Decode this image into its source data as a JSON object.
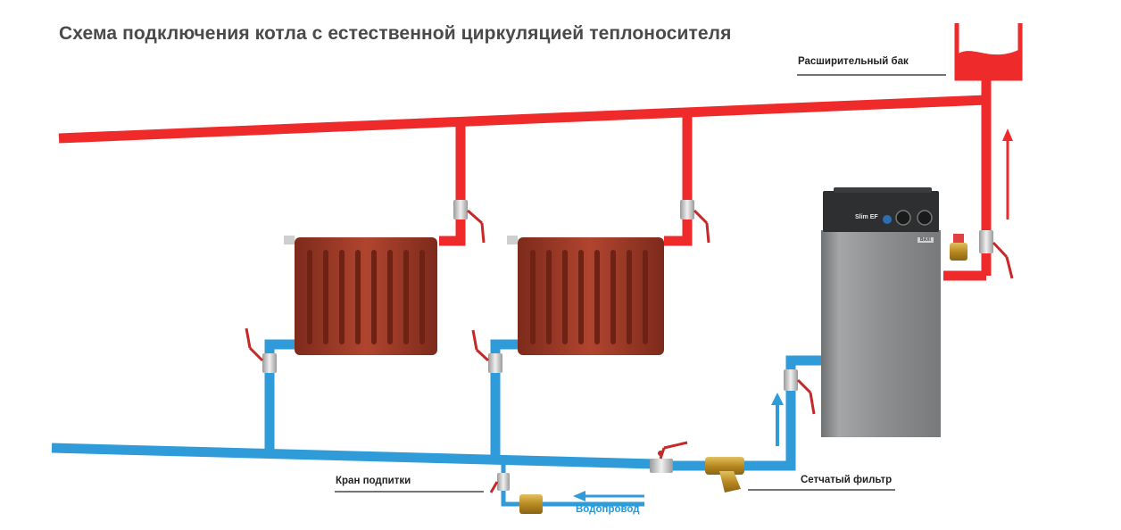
{
  "title": "Схема подключения котла с естественной циркуляцией теплоносителя",
  "labels": {
    "expansion_tank": "Расширительный бак",
    "fill_valve": "Кран подпитки",
    "mesh_filter": "Сетчатый фильтр",
    "water_supply": "Водопровод"
  },
  "boiler": {
    "brand": "Slim EF",
    "side_text": "BAXI"
  },
  "colors": {
    "supply_pipe": "#ee2a2a",
    "return_pipe": "#2f9bd8",
    "radiator": "#9a3a28",
    "boiler_body": "#8c8e90",
    "valve_handle": "#c62828",
    "brass": "#c49a2c"
  },
  "icons": {
    "flow_up_hot": "arrow-up-icon",
    "flow_up_cold": "arrow-up-icon",
    "water_inflow": "arrow-left-icon"
  }
}
